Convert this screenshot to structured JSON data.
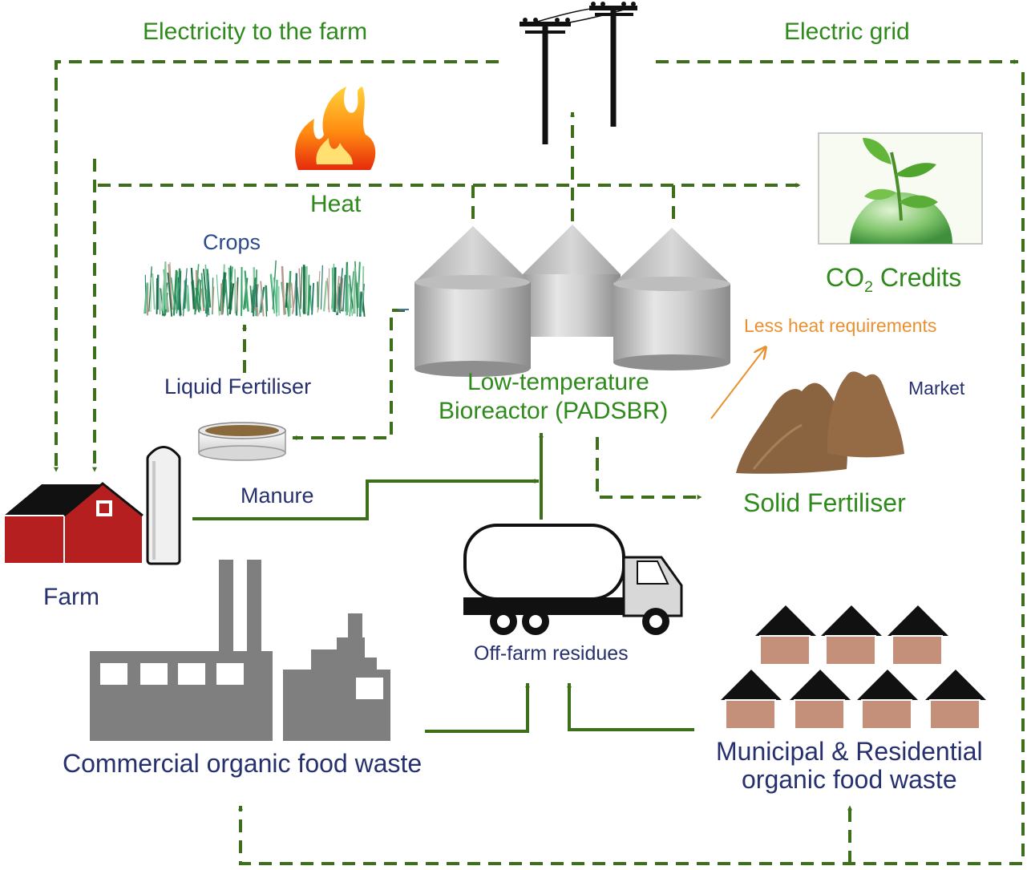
{
  "labels": {
    "electricity_to_farm": "Electricity to the farm",
    "electric_grid": "Electric grid",
    "heat": "Heat",
    "crops": "Crops",
    "liquid_fertiliser": "Liquid Fertiliser",
    "co2_prefix": "CO",
    "co2_sub": "2",
    "co2_suffix": " Credits",
    "less_heat": "Less heat requirements",
    "bioreactor_line1": "Low-temperature",
    "bioreactor_line2": "Bioreactor (PADSBR)",
    "market": "Market",
    "manure": "Manure",
    "solid_fertiliser": "Solid Fertiliser",
    "farm": "Farm",
    "off_farm_residues": "Off-farm residues",
    "commercial_waste": "Commercial organic food waste",
    "municipal_line1": "Municipal & Residential",
    "municipal_line2": "organic food waste"
  },
  "colors": {
    "flow_green": "#3d6e1a",
    "label_green": "#2f8a1c",
    "label_navy": "#26306e",
    "label_orange": "#e8912e",
    "barn_red": "#b51f1f",
    "factory_gray": "#7f7f7f",
    "house_roof": "#111111",
    "house_wall": "#c4907a",
    "fertiliser_brown": "#8a6440"
  },
  "icons": [
    "power-pole-icon",
    "fire-icon",
    "co2-credits-icon",
    "crops-icon",
    "bioreactor-silo-icon",
    "liquid-tank-icon",
    "barn-icon",
    "silo-icon",
    "factory-icon",
    "tanker-truck-icon",
    "house-icon",
    "fertiliser-pile-icon"
  ]
}
